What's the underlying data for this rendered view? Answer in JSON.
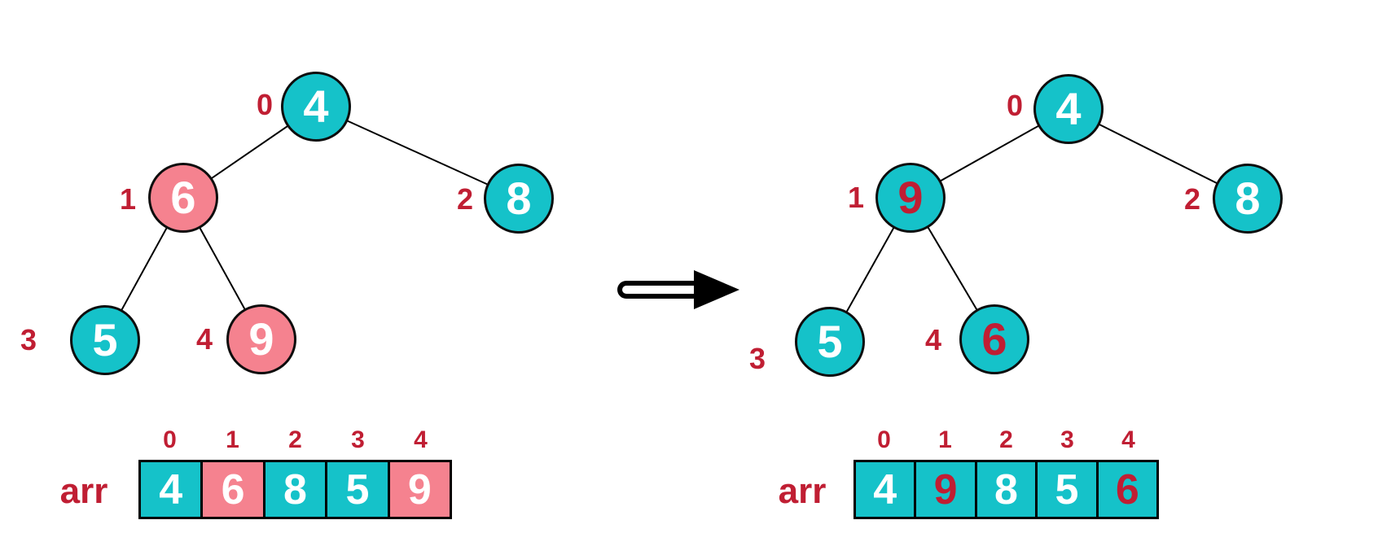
{
  "colors": {
    "node_teal": "#15c2c9",
    "node_pink": "#f5828f",
    "label_red": "#c01e33",
    "node_text_white": "#ffffff",
    "edge_black": "#000000"
  },
  "left": {
    "tree": {
      "nodes": [
        {
          "index": "0",
          "value": "4",
          "fill": "teal",
          "value_color": "white"
        },
        {
          "index": "1",
          "value": "6",
          "fill": "pink",
          "value_color": "white"
        },
        {
          "index": "2",
          "value": "8",
          "fill": "teal",
          "value_color": "white"
        },
        {
          "index": "3",
          "value": "5",
          "fill": "teal",
          "value_color": "white"
        },
        {
          "index": "4",
          "value": "9",
          "fill": "pink",
          "value_color": "white"
        }
      ]
    },
    "array": {
      "label": "arr",
      "indices": [
        "0",
        "1",
        "2",
        "3",
        "4"
      ],
      "values": [
        "4",
        "6",
        "8",
        "5",
        "9"
      ],
      "cell_fills": [
        "teal",
        "pink",
        "teal",
        "teal",
        "pink"
      ],
      "value_colors": [
        "white",
        "white",
        "white",
        "white",
        "white"
      ]
    }
  },
  "arrow": {
    "direction": "right"
  },
  "right": {
    "tree": {
      "nodes": [
        {
          "index": "0",
          "value": "4",
          "fill": "teal",
          "value_color": "white"
        },
        {
          "index": "1",
          "value": "9",
          "fill": "teal",
          "value_color": "red"
        },
        {
          "index": "2",
          "value": "8",
          "fill": "teal",
          "value_color": "white"
        },
        {
          "index": "3",
          "value": "5",
          "fill": "teal",
          "value_color": "white"
        },
        {
          "index": "4",
          "value": "6",
          "fill": "teal",
          "value_color": "red"
        }
      ]
    },
    "array": {
      "label": "arr",
      "indices": [
        "0",
        "1",
        "2",
        "3",
        "4"
      ],
      "values": [
        "4",
        "9",
        "8",
        "5",
        "6"
      ],
      "cell_fills": [
        "teal",
        "teal",
        "teal",
        "teal",
        "teal"
      ],
      "value_colors": [
        "white",
        "red",
        "white",
        "white",
        "red"
      ]
    }
  }
}
